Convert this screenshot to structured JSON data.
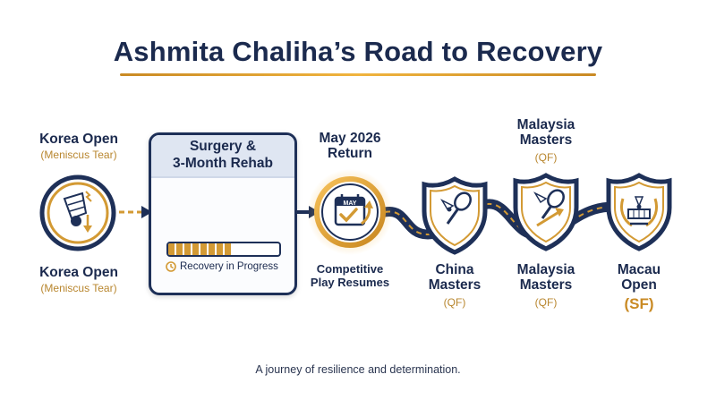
{
  "title": "Ashmita Chaliha’s Road to Recovery",
  "caption": "A journey of resilience and determination.",
  "stages": {
    "korea_top": {
      "name": "Korea Open",
      "note": "(Meniscus Tear)"
    },
    "korea_bottom": {
      "name": "Korea Open",
      "note": "(Meniscus Tear)"
    },
    "surgery": {
      "header_line1": "Surgery &",
      "header_line2": "3-Month Rehab",
      "status": "Recovery in Progress",
      "progress": 0.57
    },
    "return": {
      "top_line1": "May 2026",
      "top_line2": "Return",
      "calendar_label": "MAY",
      "bottom_line1": "Competitive",
      "bottom_line2": "Play Resumes"
    },
    "china": {
      "line1": "China",
      "line2": "Masters",
      "result": "(QF)"
    },
    "malaysia_top": {
      "line1": "Malaysia",
      "line2": "Masters",
      "result": "(QF)"
    },
    "malaysia_bottom": {
      "line1": "Malaysia",
      "line2": "Masters",
      "result": "(QF)"
    },
    "macau": {
      "line1": "Macau",
      "line2": "Open",
      "result": "(SF)"
    }
  },
  "icons": [
    "shuttlecock-broken-icon",
    "scalpel-icon",
    "rehab-exercise-icon",
    "clock-icon",
    "calendar-check-icon",
    "racket-shuttle-icon",
    "racket-arrow-icon",
    "trophy-laurel-icon"
  ],
  "colors": {
    "navy": "#1b2a4e",
    "gold": "#d39a34",
    "light_gold": "#f0b43e"
  }
}
